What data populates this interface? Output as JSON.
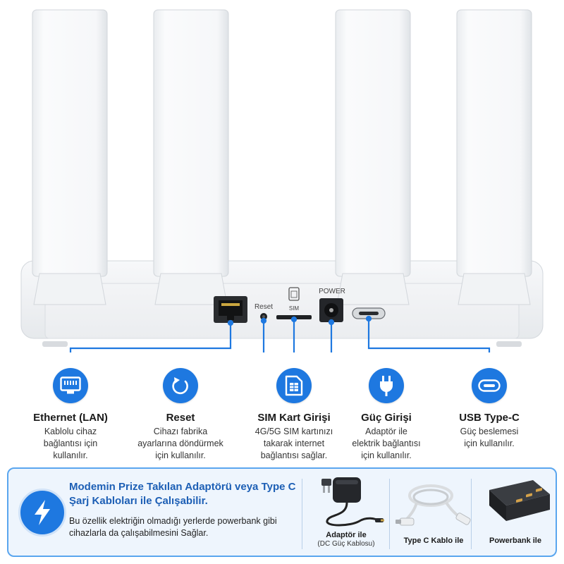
{
  "router": {
    "port_labels": {
      "reset": "Reset",
      "sim": "SIM",
      "power": "POWER"
    }
  },
  "features": [
    {
      "icon": "ethernet-port-icon",
      "title": "Ethernet (LAN)",
      "desc": [
        "Kablolu cihaz",
        "bağlantısı için",
        "kullanılır."
      ]
    },
    {
      "icon": "reset-icon",
      "title": "Reset",
      "desc": [
        "Cihazı fabrika",
        "ayarlarına döndürmek",
        "için kullanılır."
      ]
    },
    {
      "icon": "sim-card-icon",
      "title": "SIM Kart Girişi",
      "desc": [
        "4G/5G SIM kartınızı",
        "takarak internet",
        "bağlantısı sağlar."
      ]
    },
    {
      "icon": "power-plug-icon",
      "title": "Güç Girişi",
      "desc": [
        "Adaptör ile",
        "elektrik bağlantısı",
        "için kullanılır."
      ]
    },
    {
      "icon": "usb-c-icon",
      "title": "USB Type-C",
      "desc": [
        "Güç beslemesi",
        "için kullanılır."
      ]
    }
  ],
  "panel": {
    "title": "Modemin Prize Takılan Adaptörü veya Type C Şarj Kabloları ile Çalışabilir.",
    "desc": "Bu özellik elektriğin olmadığı yerlerde powerbank gibi cihazlarla da çalışabilmesini Sağlar.",
    "accessories": [
      {
        "icon": "power-adapter-icon",
        "label": "Adaptör ile",
        "sub": "(DC Güç Kablosu)"
      },
      {
        "icon": "usb-cable-icon",
        "label": "Type C Kablo ile",
        "sub": ""
      },
      {
        "icon": "powerbank-icon",
        "label": "Powerbank ile",
        "sub": ""
      }
    ]
  },
  "colors": {
    "accent": "#1e78e0",
    "panel_border": "#5aa6ef",
    "panel_bg": "#eef5fd",
    "title_blue": "#1d5fb5"
  }
}
